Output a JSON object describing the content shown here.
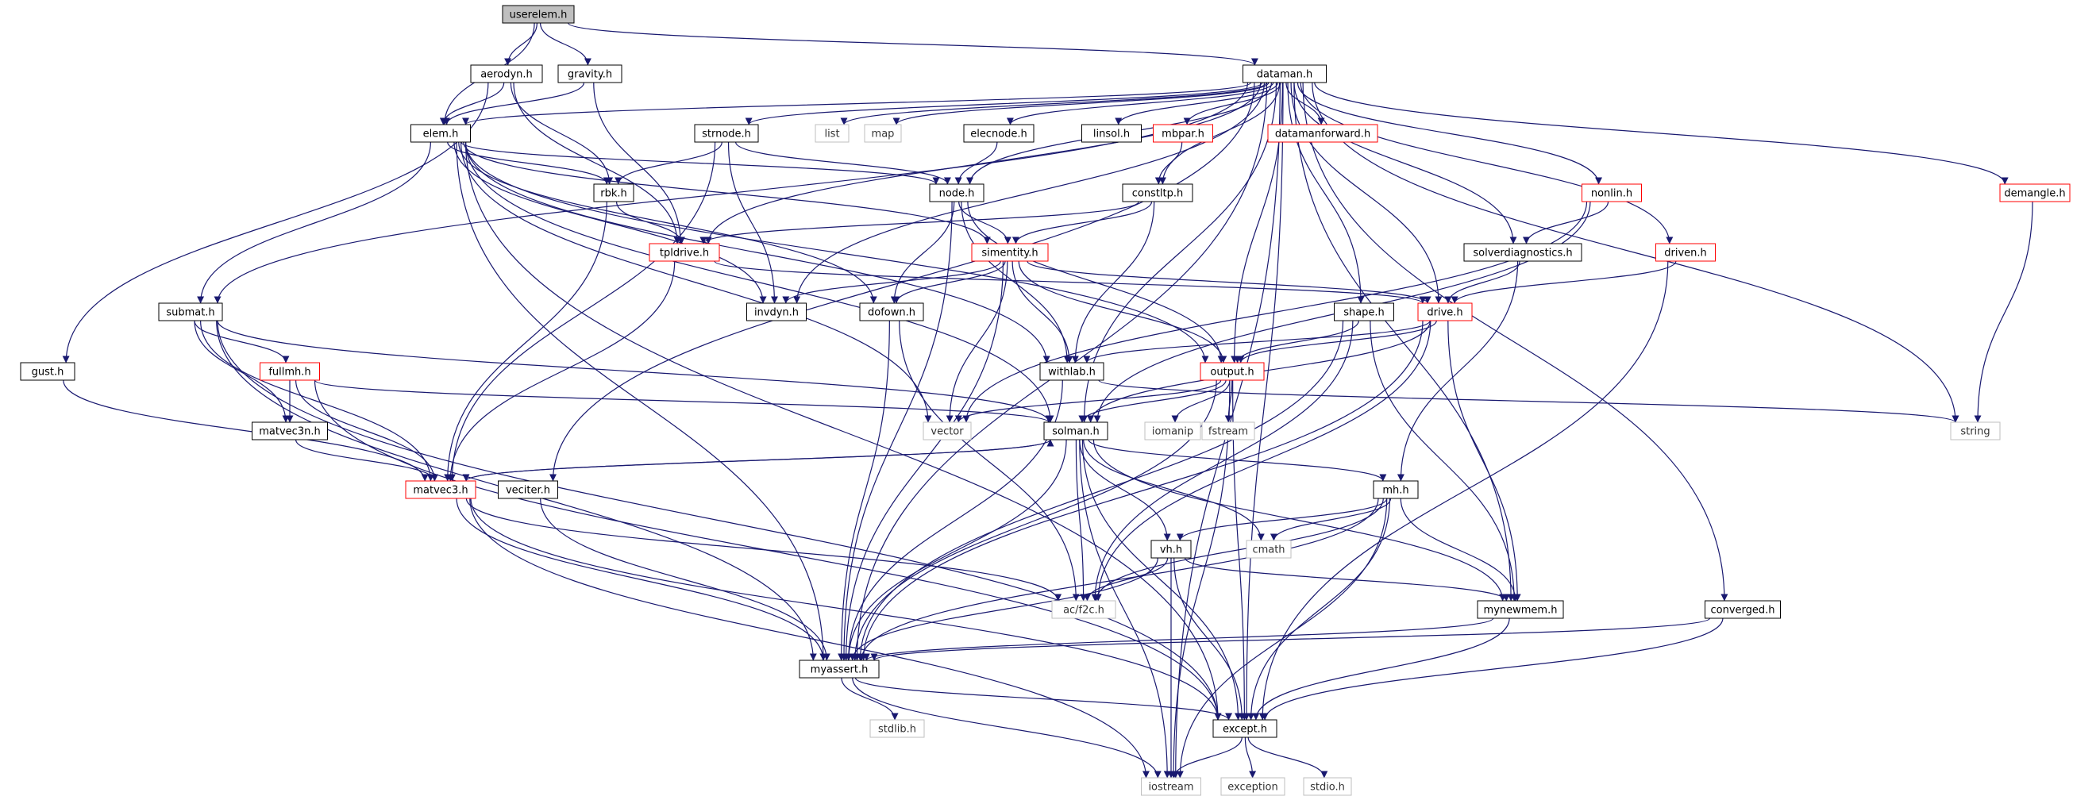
{
  "graph": {
    "colors": {
      "edge": "#191970",
      "node_border": "#000000",
      "node_fill": "#ffffff",
      "root_fill": "#bfbfbf",
      "incomplete_border": "#ff0000",
      "external_border": "#bfbfbf"
    },
    "nodes": [
      {
        "id": "userelem",
        "label": "userelem.h",
        "kind": "root"
      },
      {
        "id": "aerodyn",
        "label": "aerodyn.h",
        "kind": "normal"
      },
      {
        "id": "gravity",
        "label": "gravity.h",
        "kind": "normal"
      },
      {
        "id": "dataman",
        "label": "dataman.h",
        "kind": "normal"
      },
      {
        "id": "elem",
        "label": "elem.h",
        "kind": "normal"
      },
      {
        "id": "strnode",
        "label": "strnode.h",
        "kind": "normal"
      },
      {
        "id": "list",
        "label": "list",
        "kind": "external"
      },
      {
        "id": "map",
        "label": "map",
        "kind": "external"
      },
      {
        "id": "elecnode",
        "label": "elecnode.h",
        "kind": "normal"
      },
      {
        "id": "linsol",
        "label": "linsol.h",
        "kind": "normal"
      },
      {
        "id": "mbpar",
        "label": "mbpar.h",
        "kind": "incomplete"
      },
      {
        "id": "datamanforward",
        "label": "datamanforward.h",
        "kind": "incomplete"
      },
      {
        "id": "demangle",
        "label": "demangle.h",
        "kind": "incomplete"
      },
      {
        "id": "rbk",
        "label": "rbk.h",
        "kind": "normal"
      },
      {
        "id": "node",
        "label": "node.h",
        "kind": "normal"
      },
      {
        "id": "constltp",
        "label": "constltp.h",
        "kind": "normal"
      },
      {
        "id": "nonlin",
        "label": "nonlin.h",
        "kind": "incomplete"
      },
      {
        "id": "tpldrive",
        "label": "tpldrive.h",
        "kind": "incomplete"
      },
      {
        "id": "simentity",
        "label": "simentity.h",
        "kind": "incomplete"
      },
      {
        "id": "solverdiagnostics",
        "label": "solverdiagnostics.h",
        "kind": "normal"
      },
      {
        "id": "driven",
        "label": "driven.h",
        "kind": "incomplete"
      },
      {
        "id": "submat",
        "label": "submat.h",
        "kind": "normal"
      },
      {
        "id": "invdyn",
        "label": "invdyn.h",
        "kind": "normal"
      },
      {
        "id": "dofown",
        "label": "dofown.h",
        "kind": "normal"
      },
      {
        "id": "shape",
        "label": "shape.h",
        "kind": "normal"
      },
      {
        "id": "drive",
        "label": "drive.h",
        "kind": "incomplete"
      },
      {
        "id": "gust",
        "label": "gust.h",
        "kind": "normal"
      },
      {
        "id": "fullmh",
        "label": "fullmh.h",
        "kind": "incomplete"
      },
      {
        "id": "withlab",
        "label": "withlab.h",
        "kind": "normal"
      },
      {
        "id": "output",
        "label": "output.h",
        "kind": "incomplete"
      },
      {
        "id": "matvec3n",
        "label": "matvec3n.h",
        "kind": "normal"
      },
      {
        "id": "vector",
        "label": "vector",
        "kind": "external"
      },
      {
        "id": "solman",
        "label": "solman.h",
        "kind": "normal"
      },
      {
        "id": "iomanip",
        "label": "iomanip",
        "kind": "external"
      },
      {
        "id": "fstream",
        "label": "fstream",
        "kind": "external"
      },
      {
        "id": "string",
        "label": "string",
        "kind": "external"
      },
      {
        "id": "matvec3",
        "label": "matvec3.h",
        "kind": "incomplete"
      },
      {
        "id": "veciter",
        "label": "veciter.h",
        "kind": "normal"
      },
      {
        "id": "mh",
        "label": "mh.h",
        "kind": "normal"
      },
      {
        "id": "vh",
        "label": "vh.h",
        "kind": "normal"
      },
      {
        "id": "cmath",
        "label": "cmath",
        "kind": "external"
      },
      {
        "id": "acf2c",
        "label": "ac/f2c.h",
        "kind": "external"
      },
      {
        "id": "mynewmem",
        "label": "mynewmem.h",
        "kind": "normal"
      },
      {
        "id": "converged",
        "label": "converged.h",
        "kind": "normal"
      },
      {
        "id": "myassert",
        "label": "myassert.h",
        "kind": "normal"
      },
      {
        "id": "stdlib",
        "label": "stdlib.h",
        "kind": "external"
      },
      {
        "id": "except",
        "label": "except.h",
        "kind": "normal"
      },
      {
        "id": "iostream",
        "label": "iostream",
        "kind": "external"
      },
      {
        "id": "exception",
        "label": "exception",
        "kind": "external"
      },
      {
        "id": "stdio",
        "label": "stdio.h",
        "kind": "external"
      }
    ],
    "edges": [
      [
        "userelem",
        "aerodyn"
      ],
      [
        "userelem",
        "gravity"
      ],
      [
        "userelem",
        "dataman"
      ],
      [
        "userelem",
        "elem"
      ],
      [
        "aerodyn",
        "elem"
      ],
      [
        "aerodyn",
        "rbk"
      ],
      [
        "aerodyn",
        "tpldrive"
      ],
      [
        "aerodyn",
        "gust"
      ],
      [
        "gravity",
        "elem"
      ],
      [
        "gravity",
        "tpldrive"
      ],
      [
        "dataman",
        "elem"
      ],
      [
        "dataman",
        "strnode"
      ],
      [
        "dataman",
        "list"
      ],
      [
        "dataman",
        "map"
      ],
      [
        "dataman",
        "elecnode"
      ],
      [
        "dataman",
        "linsol"
      ],
      [
        "dataman",
        "mbpar"
      ],
      [
        "dataman",
        "datamanforward"
      ],
      [
        "dataman",
        "demangle"
      ],
      [
        "dataman",
        "node"
      ],
      [
        "dataman",
        "constltp"
      ],
      [
        "dataman",
        "nonlin"
      ],
      [
        "dataman",
        "solverdiagnostics"
      ],
      [
        "dataman",
        "driven"
      ],
      [
        "dataman",
        "submat"
      ],
      [
        "dataman",
        "invdyn"
      ],
      [
        "dataman",
        "shape"
      ],
      [
        "dataman",
        "drive"
      ],
      [
        "dataman",
        "output"
      ],
      [
        "dataman",
        "solman"
      ],
      [
        "dataman",
        "string"
      ],
      [
        "dataman",
        "veciter"
      ],
      [
        "dataman",
        "mynewmem"
      ],
      [
        "dataman",
        "converged"
      ],
      [
        "dataman",
        "myassert"
      ],
      [
        "dataman",
        "except"
      ],
      [
        "dataman",
        "iostream"
      ],
      [
        "dataman",
        "tpldrive"
      ],
      [
        "elem",
        "rbk"
      ],
      [
        "elem",
        "node"
      ],
      [
        "elem",
        "submat"
      ],
      [
        "elem",
        "simentity"
      ],
      [
        "elem",
        "dofown"
      ],
      [
        "elem",
        "withlab"
      ],
      [
        "elem",
        "output"
      ],
      [
        "elem",
        "solman"
      ],
      [
        "elem",
        "vector"
      ],
      [
        "elem",
        "myassert"
      ],
      [
        "elem",
        "except"
      ],
      [
        "elem",
        "invdyn"
      ],
      [
        "strnode",
        "node"
      ],
      [
        "strnode",
        "rbk"
      ],
      [
        "strnode",
        "invdyn"
      ],
      [
        "strnode",
        "matvec3"
      ],
      [
        "elecnode",
        "node"
      ],
      [
        "mbpar",
        "constltp"
      ],
      [
        "rbk",
        "tpldrive"
      ],
      [
        "rbk",
        "matvec3"
      ],
      [
        "node",
        "simentity"
      ],
      [
        "node",
        "dofown"
      ],
      [
        "node",
        "withlab"
      ],
      [
        "node",
        "output"
      ],
      [
        "node",
        "myassert"
      ],
      [
        "constltp",
        "simentity"
      ],
      [
        "constltp",
        "tpldrive"
      ],
      [
        "constltp",
        "withlab"
      ],
      [
        "nonlin",
        "solverdiagnostics"
      ],
      [
        "nonlin",
        "solman"
      ],
      [
        "nonlin",
        "vector"
      ],
      [
        "tpldrive",
        "drive"
      ],
      [
        "tpldrive",
        "matvec3"
      ],
      [
        "simentity",
        "invdyn"
      ],
      [
        "simentity",
        "dofown"
      ],
      [
        "simentity",
        "withlab"
      ],
      [
        "simentity",
        "output"
      ],
      [
        "simentity",
        "drive"
      ],
      [
        "simentity",
        "vector"
      ],
      [
        "simentity",
        "myassert"
      ],
      [
        "solverdiagnostics",
        "drive"
      ],
      [
        "solverdiagnostics",
        "mh"
      ],
      [
        "driven",
        "drive"
      ],
      [
        "driven",
        "except"
      ],
      [
        "submat",
        "fullmh"
      ],
      [
        "submat",
        "matvec3n"
      ],
      [
        "submat",
        "matvec3"
      ],
      [
        "submat",
        "solman"
      ],
      [
        "submat",
        "myassert"
      ],
      [
        "submat",
        "except"
      ],
      [
        "dofown",
        "myassert"
      ],
      [
        "dofown",
        "acf2c"
      ],
      [
        "shape",
        "output"
      ],
      [
        "shape",
        "myassert"
      ],
      [
        "shape",
        "mynewmem"
      ],
      [
        "shape",
        "acf2c"
      ],
      [
        "drive",
        "withlab"
      ],
      [
        "drive",
        "output"
      ],
      [
        "drive",
        "solman"
      ],
      [
        "drive",
        "mynewmem"
      ],
      [
        "drive",
        "myassert"
      ],
      [
        "drive",
        "acf2c"
      ],
      [
        "gust",
        "matvec3"
      ],
      [
        "fullmh",
        "matvec3n"
      ],
      [
        "fullmh",
        "matvec3"
      ],
      [
        "fullmh",
        "solman"
      ],
      [
        "fullmh",
        "except"
      ],
      [
        "withlab",
        "string"
      ],
      [
        "withlab",
        "myassert"
      ],
      [
        "output",
        "solman"
      ],
      [
        "output",
        "iomanip"
      ],
      [
        "output",
        "fstream"
      ],
      [
        "output",
        "vector"
      ],
      [
        "output",
        "myassert"
      ],
      [
        "output",
        "iostream"
      ],
      [
        "output",
        "except"
      ],
      [
        "matvec3n",
        "matvec3"
      ],
      [
        "solman",
        "matvec3"
      ],
      [
        "solman",
        "mh"
      ],
      [
        "solman",
        "vh"
      ],
      [
        "solman",
        "cmath"
      ],
      [
        "solman",
        "acf2c"
      ],
      [
        "solman",
        "mynewmem"
      ],
      [
        "solman",
        "myassert"
      ],
      [
        "solman",
        "except"
      ],
      [
        "solman",
        "iostream"
      ],
      [
        "matvec3",
        "solman"
      ],
      [
        "matvec3",
        "acf2c"
      ],
      [
        "matvec3",
        "myassert"
      ],
      [
        "matvec3",
        "except"
      ],
      [
        "matvec3",
        "iostream"
      ],
      [
        "veciter",
        "myassert"
      ],
      [
        "mh",
        "vh"
      ],
      [
        "mh",
        "cmath"
      ],
      [
        "mh",
        "acf2c"
      ],
      [
        "mh",
        "mynewmem"
      ],
      [
        "mh",
        "myassert"
      ],
      [
        "mh",
        "except"
      ],
      [
        "mh",
        "iostream"
      ],
      [
        "vh",
        "acf2c"
      ],
      [
        "vh",
        "mynewmem"
      ],
      [
        "vh",
        "myassert"
      ],
      [
        "vh",
        "except"
      ],
      [
        "vh",
        "iostream"
      ],
      [
        "mynewmem",
        "myassert"
      ],
      [
        "mynewmem",
        "except"
      ],
      [
        "converged",
        "myassert"
      ],
      [
        "converged",
        "except"
      ],
      [
        "myassert",
        "stdlib"
      ],
      [
        "myassert",
        "except"
      ],
      [
        "myassert",
        "iostream"
      ],
      [
        "except",
        "iostream"
      ],
      [
        "except",
        "exception"
      ],
      [
        "except",
        "stdio"
      ],
      [
        "demangle",
        "string"
      ]
    ]
  }
}
